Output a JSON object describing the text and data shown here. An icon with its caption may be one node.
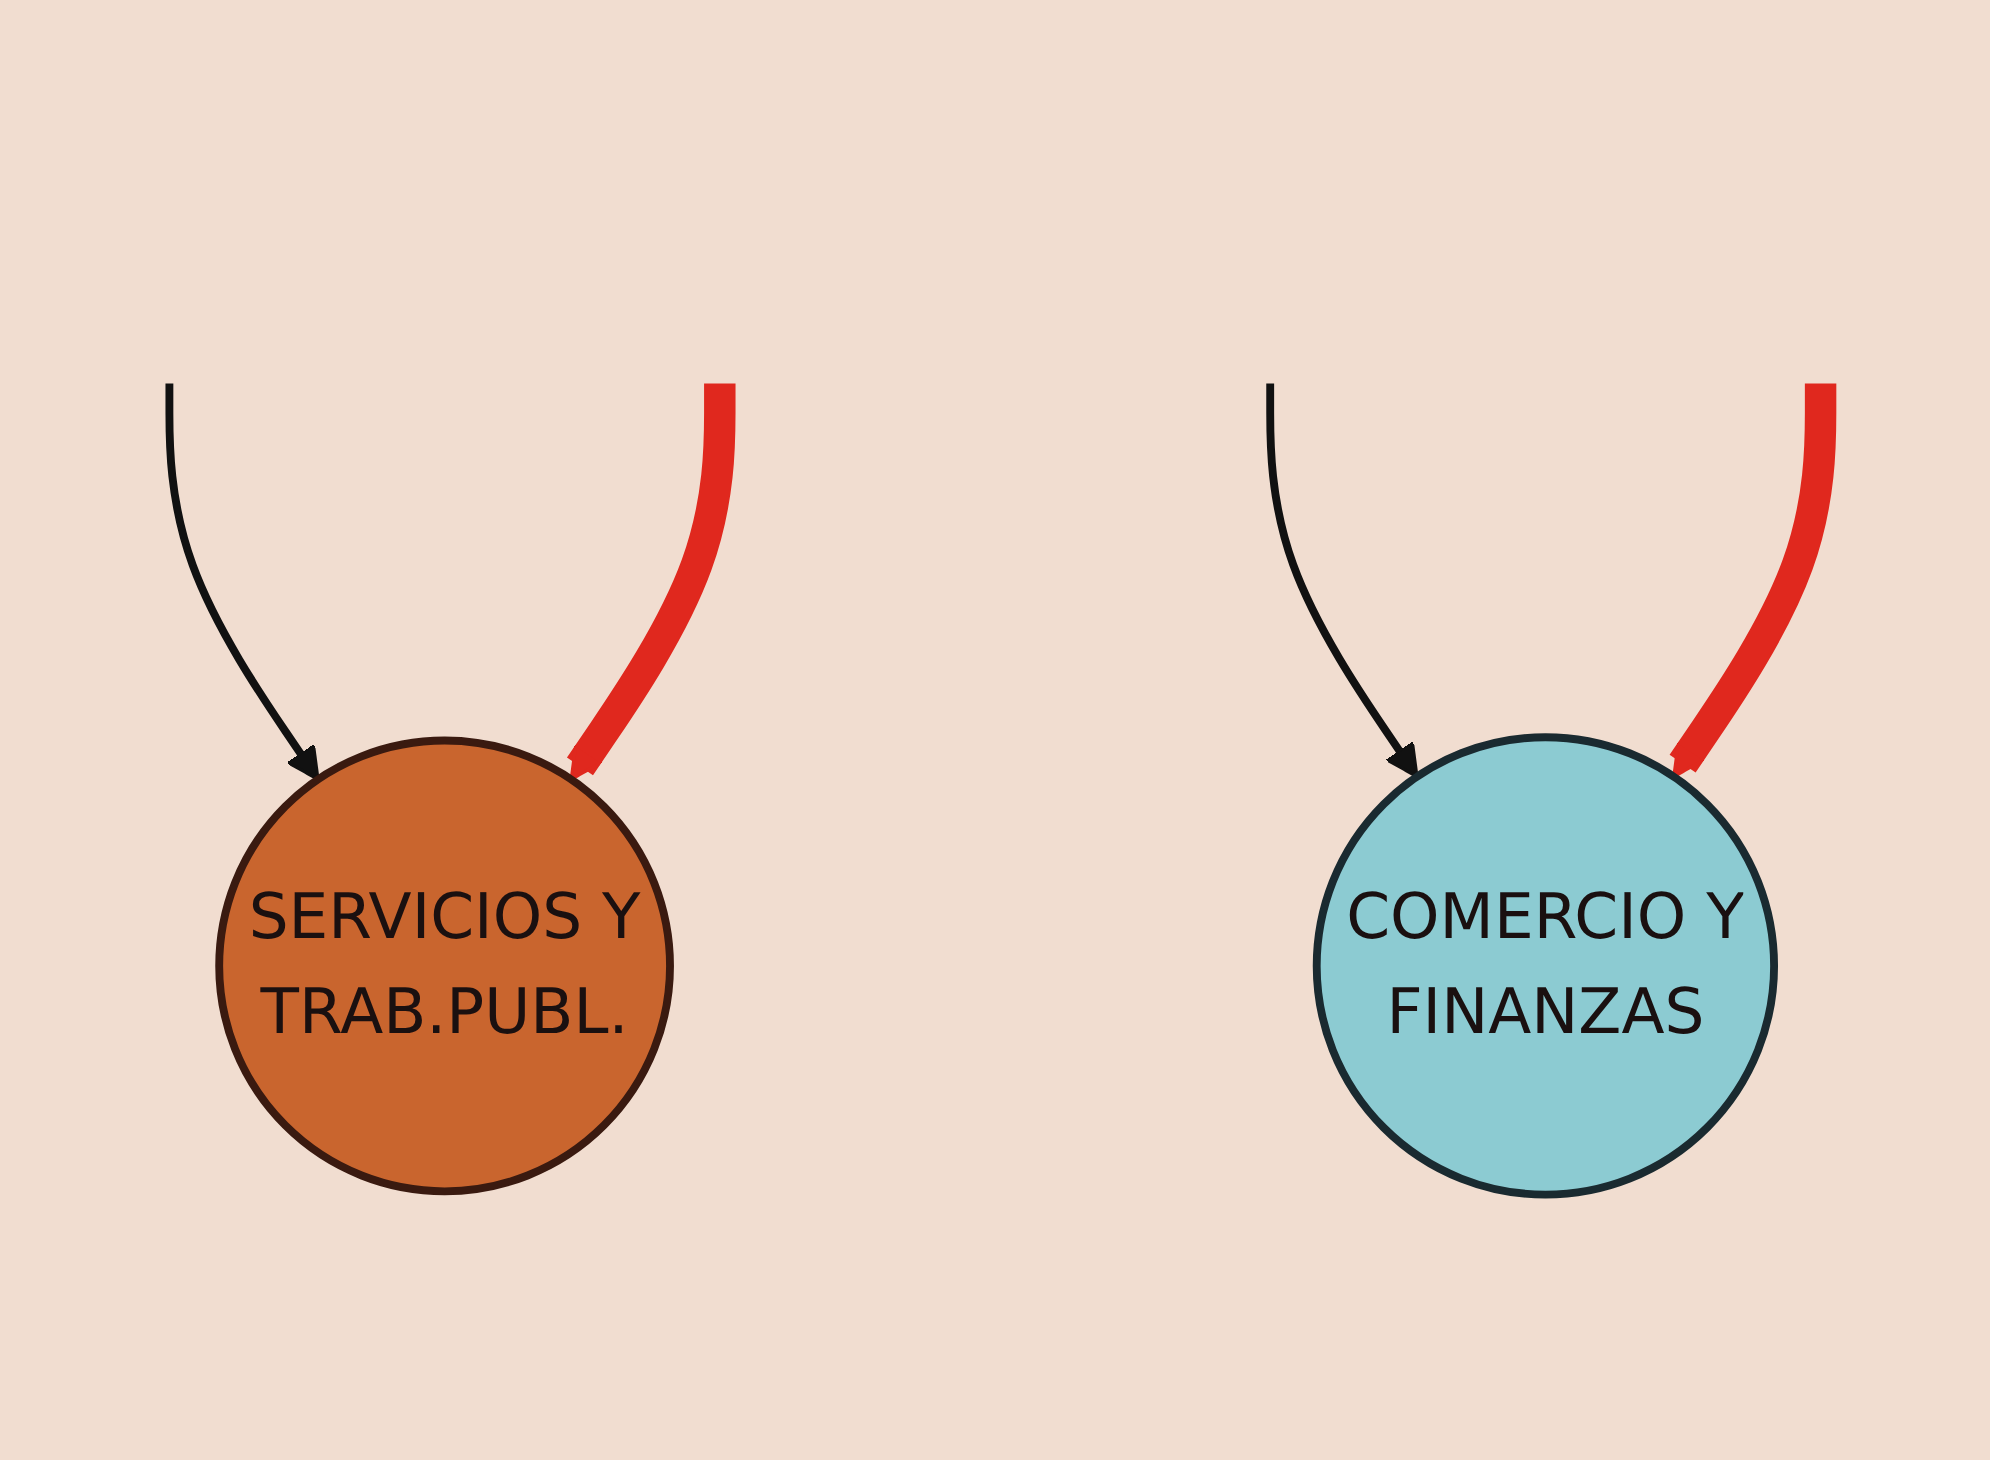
{
  "diagram": {
    "nodes": [
      {
        "text": [
          "SERVICIOS Y",
          "TRAB.PUBL."
        ]
      },
      {
        "text": [
          "COMERCIO Y",
          "FINANZAS"
        ]
      }
    ],
    "edges": [
      {
        "from": null,
        "to": 0,
        "arrow": "to"
      },
      {
        "from": null,
        "to": 1,
        "arrow": "to"
      },
      {
        "from": null,
        "to": 0,
        "arrow": "to",
        "style": "thick",
        "color": "#e0281e"
      },
      {
        "from": null,
        "to": 1,
        "arrow": "to",
        "style": "thick",
        "color": "#e0281e"
      }
    ]
  }
}
